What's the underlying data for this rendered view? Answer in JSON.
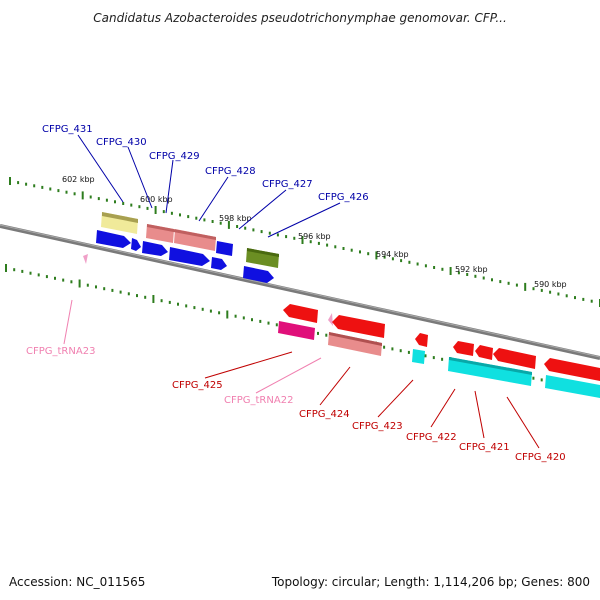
{
  "title": "Candidatus Azobacteroides pseudotrichonymphae genomovar. CFP...",
  "footer": {
    "accession": "Accession: NC_011565",
    "topology": "Topology: circular; Length: 1,114,206 bp; Genes: 800"
  },
  "colors": {
    "backbone": "#808080",
    "tick": "#2e7d1e",
    "label_blue": "#0000a8",
    "label_red": "#c00000",
    "label_pink": "#f080b0",
    "rna_pink": "#f0a0c8"
  },
  "scale_labels": [
    "602 kbp",
    "600 kbp",
    "598 kbp",
    "596 kbp",
    "594 kbp",
    "592 kbp",
    "590 kbp"
  ],
  "genes_top": [
    {
      "label": "CFPG_431"
    },
    {
      "label": "CFPG_430"
    },
    {
      "label": "CFPG_429"
    },
    {
      "label": "CFPG_428"
    },
    {
      "label": "CFPG_427"
    },
    {
      "label": "CFPG_426"
    }
  ],
  "genes_bottom": [
    {
      "label": "CFPG_tRNA23"
    },
    {
      "label": "CFPG_425"
    },
    {
      "label": "CFPG_tRNA22"
    },
    {
      "label": "CFPG_424"
    },
    {
      "label": "CFPG_423"
    },
    {
      "label": "CFPG_422"
    },
    {
      "label": "CFPG_421"
    },
    {
      "label": "CFPG_420"
    }
  ]
}
